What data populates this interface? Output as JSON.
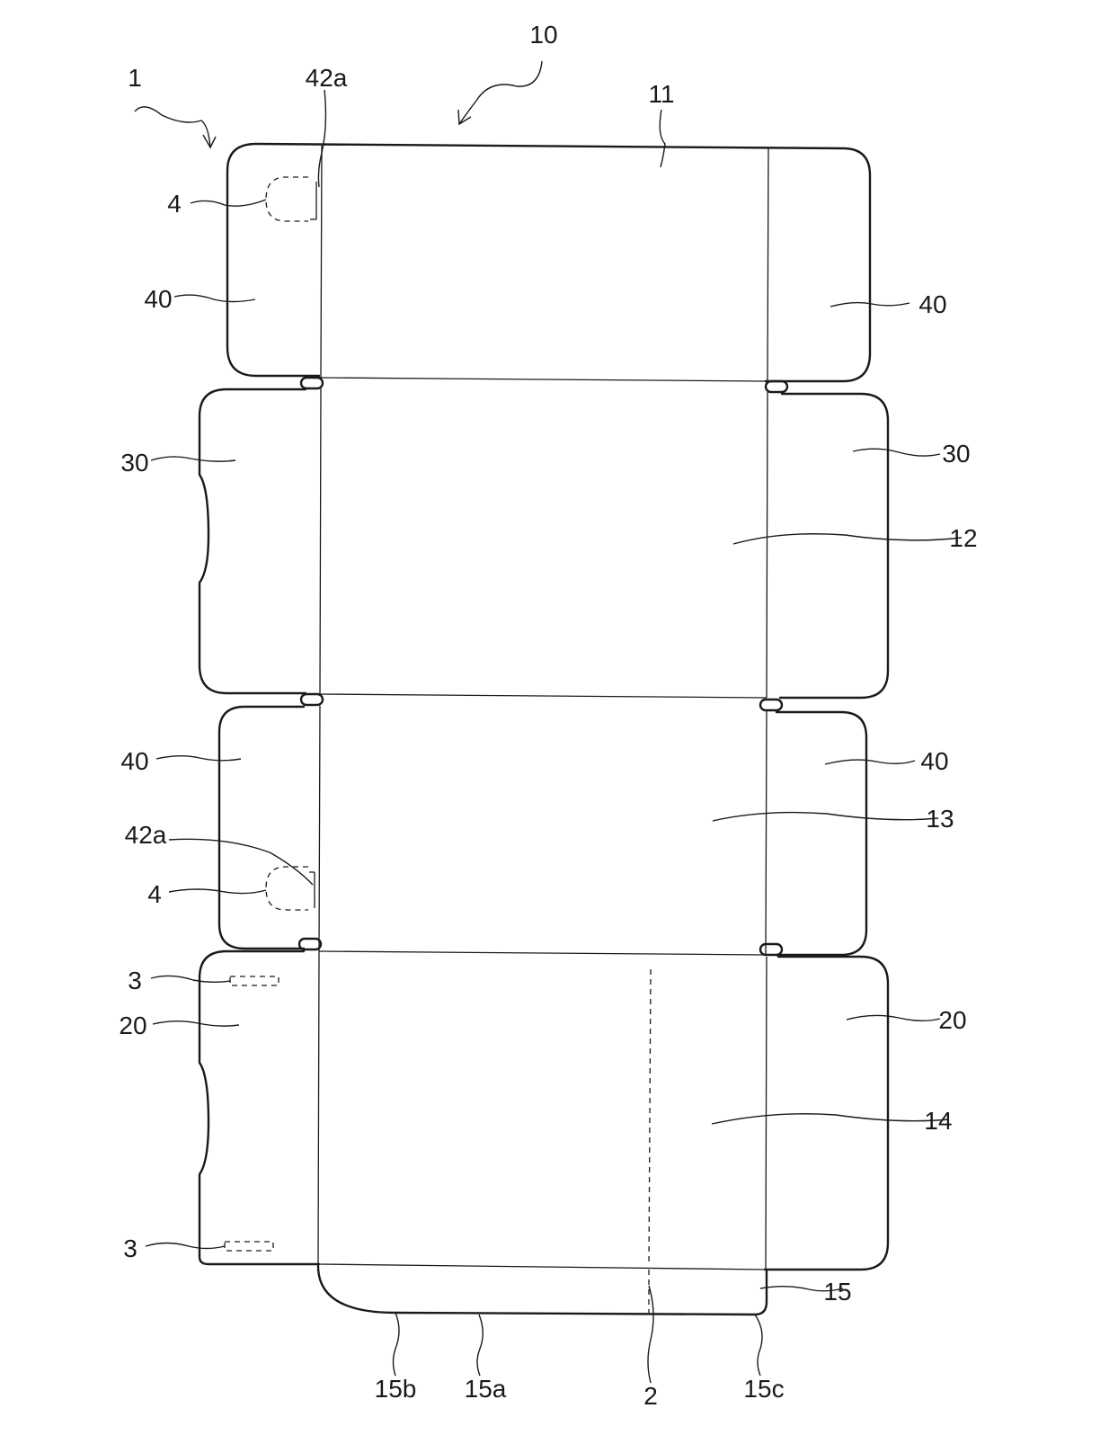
{
  "figure": {
    "refs": {
      "blank": "1",
      "box_body": "10",
      "top_panel": "11",
      "panel_12": "12",
      "panel_13": "13",
      "panel_14": "14",
      "tuck_flap": "15",
      "flap_edge_a": "15a",
      "flap_edge_b": "15b",
      "flap_edge_c": "15c",
      "perforation": "2",
      "slit": "3",
      "tab": "4",
      "side_flap_20": "20",
      "side_flap_30": "30",
      "side_flap_40": "40",
      "cut_42a": "42a"
    }
  }
}
